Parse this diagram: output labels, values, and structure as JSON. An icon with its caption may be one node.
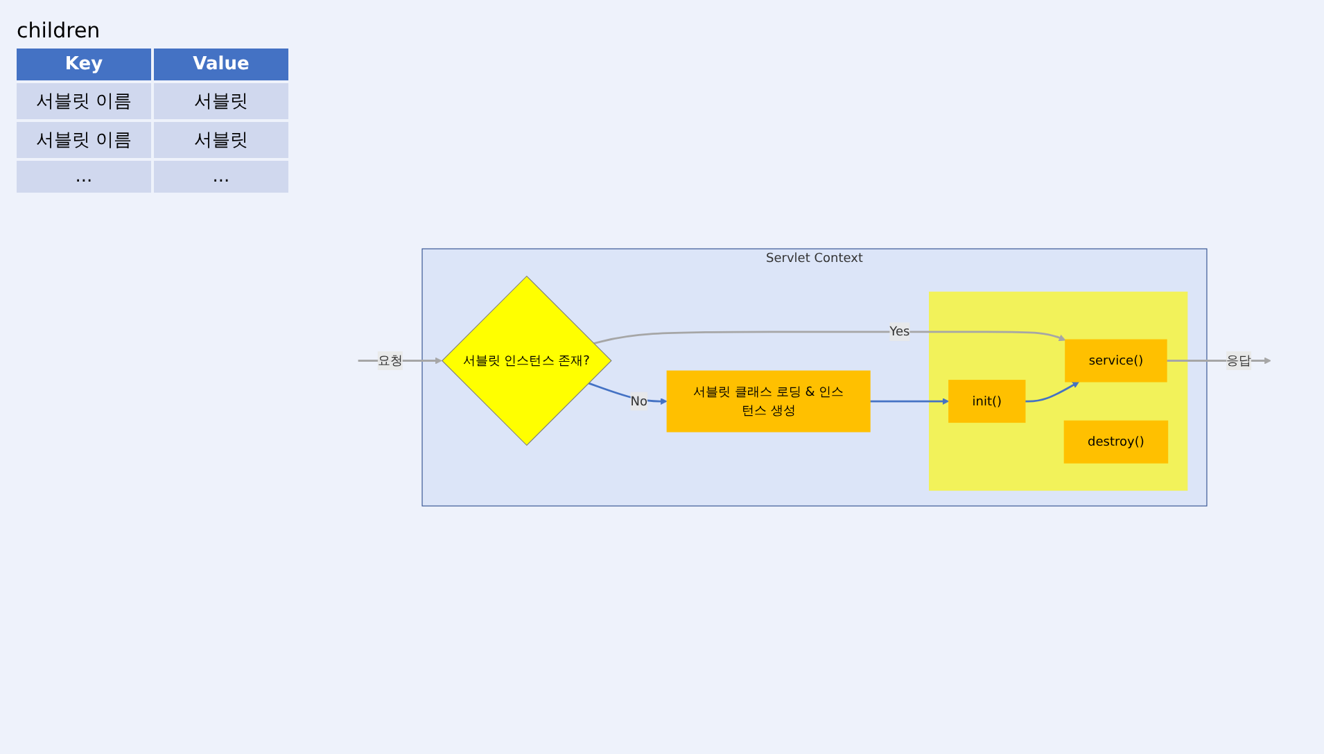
{
  "diagram": {
    "nodes": [
      {
        "text": [
          "Servlet Context"
        ]
      },
      {
        "text": [
          "서블릿 인스턴스 존재?"
        ],
        "in": 0
      },
      {
        "text": [
          "서블릿 클래스 로딩 & 인스턴스 생성"
        ],
        "in": 0
      },
      {
        "text": [],
        "shape": "box",
        "in": 0
      },
      {
        "text": [
          "init()"
        ],
        "in": 3
      },
      {
        "text": [
          "service()"
        ],
        "in": 3
      },
      {
        "text": [
          "destroy()"
        ],
        "in": 3
      }
    ],
    "edges": [
      {
        "from": null,
        "to": 1,
        "arrow": "to",
        "label": "요청"
      },
      {
        "from": 1,
        "to": 2,
        "arrow": "to",
        "label": "No",
        "color": "#4472c4"
      },
      {
        "from": 1,
        "to": 5,
        "arrow": "to",
        "label": "Yes"
      },
      {
        "from": 2,
        "to": 4,
        "arrow": "to",
        "color": "#4472c4"
      },
      {
        "from": 4,
        "to": 5,
        "arrow": "to",
        "color": "#4472c4"
      },
      {
        "from": 5,
        "to": null,
        "arrow": "to",
        "label": "응답"
      }
    ],
    "labels": [
      "children",
      "Key",
      "Value",
      "서블릿 이름",
      "서블릿",
      "서블릿 이름",
      "서블릿",
      "...",
      "..."
    ]
  }
}
